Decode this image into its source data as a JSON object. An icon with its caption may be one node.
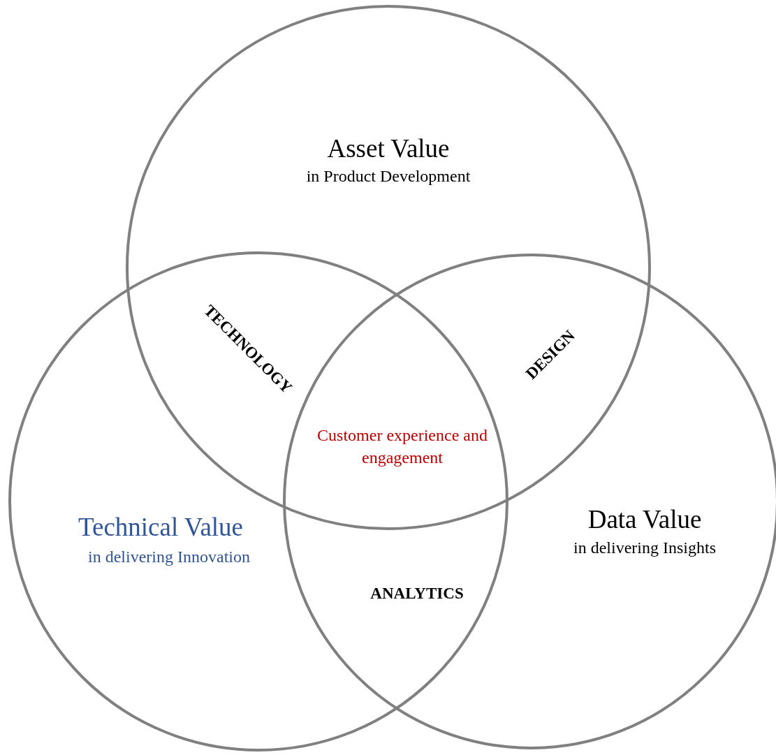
{
  "diagram": {
    "nodes": [
      {
        "text": [
          "Asset Value",
          "in Product Development"
        ]
      },
      {
        "text": [
          "Technical Value",
          "in delivering Innovation"
        ]
      },
      {
        "text": [
          "Data Value",
          "in delivering Insights"
        ]
      }
    ],
    "labels": [
      "TECHNOLOGY",
      "DESIGN",
      "Customer experience and engagement",
      "ANALYTICS"
    ]
  }
}
